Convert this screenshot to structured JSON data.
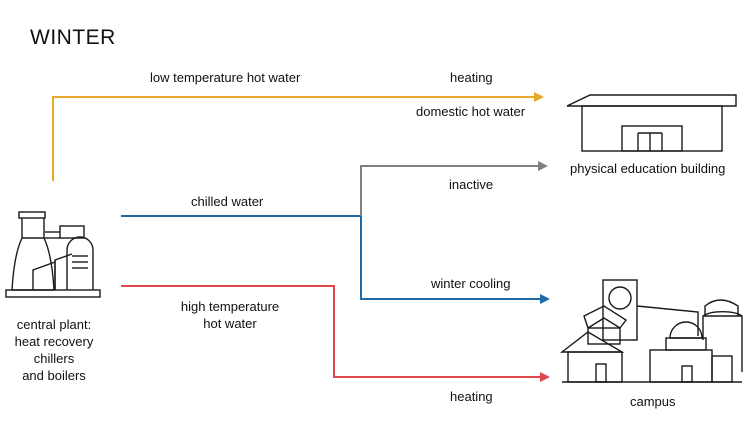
{
  "title": "WINTER",
  "colors": {
    "low_temp": "#E8A82A",
    "chilled": "#1F6AA8",
    "inactive": "#808080",
    "high_temp": "#E0474C",
    "outline": "#1a1a1a"
  },
  "nodes": {
    "central_plant": {
      "icon": "power-plant-icon",
      "lines": [
        "central plant:",
        "heat recovery",
        "chillers",
        "and boilers"
      ]
    },
    "pe_building": {
      "icon": "building-icon",
      "label": "physical education building"
    },
    "campus": {
      "icon": "campus-icon",
      "label": "campus"
    }
  },
  "flows": {
    "low_temp": {
      "label": "low temperature hot water",
      "end_label_1": "heating",
      "end_label_2": "domestic hot water"
    },
    "chilled": {
      "label": "chilled water",
      "branch_inactive": "inactive",
      "branch_cooling": "winter cooling"
    },
    "high_temp": {
      "label_1": "high temperature",
      "label_2": "hot water",
      "end_label": "heating"
    }
  }
}
